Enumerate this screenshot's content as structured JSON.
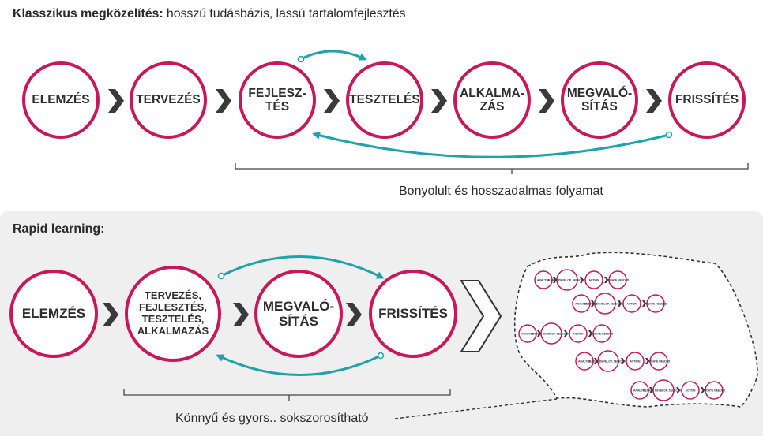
{
  "classic": {
    "title_bold": "Klasszikus megközelítés:",
    "title_rest": " hosszú tudásbázis, lassú tartalomfejlesztés",
    "steps": [
      "ELEMZÉS",
      "TERVEZÉS",
      "FEJLESZ-\nTÉS",
      "TESZTELÉS",
      "ALKALMA-\nZÁS",
      "MEGVALÓ-\nSÍTÁS",
      "FRISSÍTÉS"
    ],
    "caption": "Bonyolult és hosszadalmas folyamat"
  },
  "rapid": {
    "title": "Rapid learning:",
    "steps": [
      "ELEMZÉS",
      "TERVEZÉS,\nFEJLESZTÉS,\nTESZTELÉS,\nALKALMAZÁS",
      "MEGVALÓ-\nSÍTÁS",
      "FRISSÍTÉS"
    ],
    "caption": "Könnyű és gyors.. sokszorosítható"
  },
  "mini_flow": {
    "labels": [
      "ANALYSE",
      "DESIGN, DEVELOP, SELECTION",
      "ACTION",
      "UPDATE NEEDED"
    ]
  },
  "colors": {
    "circle_border": "#c8185a",
    "arrow_teal": "#1ea3ad",
    "chevron": "#3a3a3a",
    "panel_bg": "#efefef"
  }
}
